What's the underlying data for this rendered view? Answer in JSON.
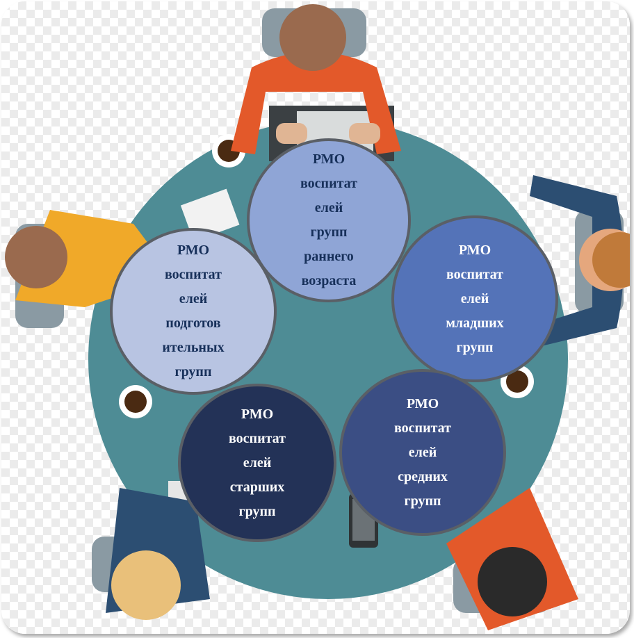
{
  "colors": {
    "table": "#4e8c95",
    "bubble_early": "#8fa5d6",
    "bubble_junior": "#5473b8",
    "bubble_middle": "#3b4e84",
    "bubble_senior": "#233257",
    "bubble_prep": "#b8c4e2"
  },
  "groups": {
    "early": "РМО\nвоспитат\nелей\nгрупп\nраннего\nвозраста",
    "junior": "РМО\nвоспитат\nелей\nмладших\nгрупп",
    "middle": "РМО\nвоспитат\nелей\nсредних\nгрупп",
    "senior": "РМО\nвоспитат\nелей\nстарших\nгрупп",
    "preparatory": "РМО\nвоспитат\nелей\nподготов\nительных\nгрупп"
  }
}
